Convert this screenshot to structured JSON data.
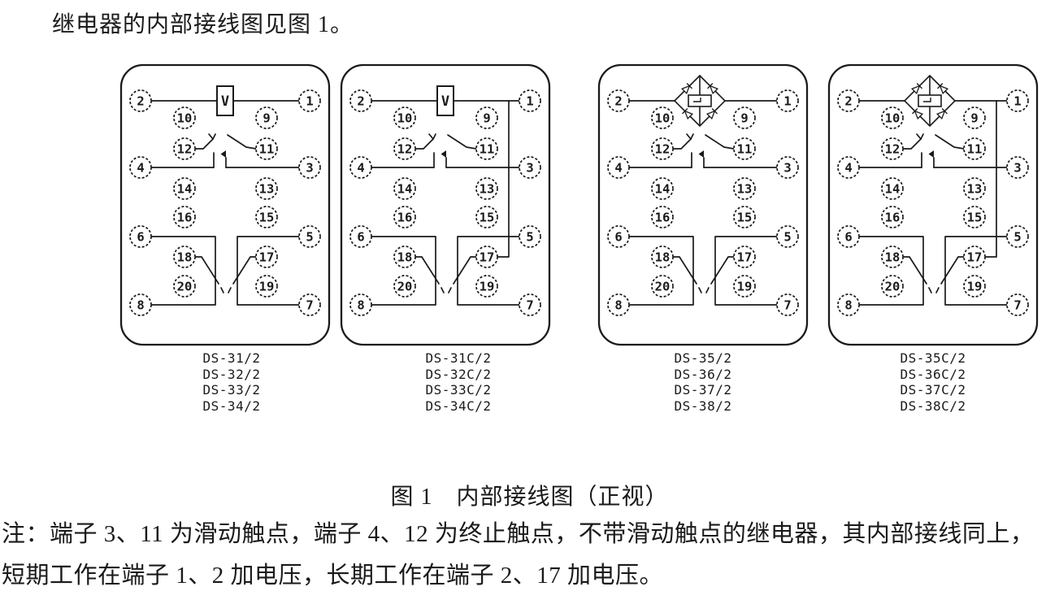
{
  "intro_text": "继电器的内部接线图见图 1。",
  "caption": "图 1　内部接线图（正视）",
  "notes": [
    "注：端子 3、11 为滑动触点，端子 4、12 为终止触点，不带滑动触点的继电器，其内部接线同上，",
    "短期工作在端子 1、2 加电压，长期工作在端子 2、17 加电压。"
  ],
  "colors": {
    "ink": "#1a1a1a",
    "paper": "#ffffff"
  },
  "figure": {
    "terminal_labels": [
      "2",
      "1",
      "10",
      "9",
      "12",
      "11",
      "4",
      "3",
      "14",
      "13",
      "16",
      "15",
      "6",
      "5",
      "18",
      "17",
      "20",
      "19",
      "8",
      "7"
    ],
    "coil_symbol_label": "V",
    "panels": [
      {
        "top_symbol": "voltage-coil",
        "link_1_to_17": false,
        "models": [
          "DS-31/2",
          "DS-32/2",
          "DS-33/2",
          "DS-34/2"
        ]
      },
      {
        "top_symbol": "voltage-coil",
        "link_1_to_17": true,
        "models": [
          "DS-31C/2",
          "DS-32C/2",
          "DS-33C/2",
          "DS-34C/2"
        ]
      },
      {
        "top_symbol": "rectifier-bridge",
        "link_1_to_17": false,
        "models": [
          "DS-35/2",
          "DS-36/2",
          "DS-37/2",
          "DS-38/2"
        ]
      },
      {
        "top_symbol": "rectifier-bridge",
        "link_1_to_17": true,
        "models": [
          "DS-35C/2",
          "DS-36C/2",
          "DS-37C/2",
          "DS-38C/2"
        ]
      }
    ]
  }
}
